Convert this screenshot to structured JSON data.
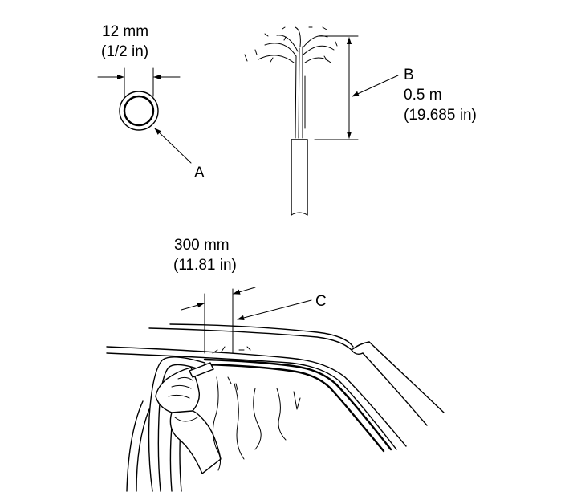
{
  "dimensions": {
    "hose_diameter_mm": "12 mm",
    "hose_diameter_in": "(1/2 in)",
    "water_height_m": "0.5 m",
    "water_height_in": "(19.685 in)",
    "test_distance_mm": "300 mm",
    "test_distance_in": "(11.81 in)"
  },
  "callouts": {
    "a": "A",
    "b": "B",
    "c": "C"
  }
}
